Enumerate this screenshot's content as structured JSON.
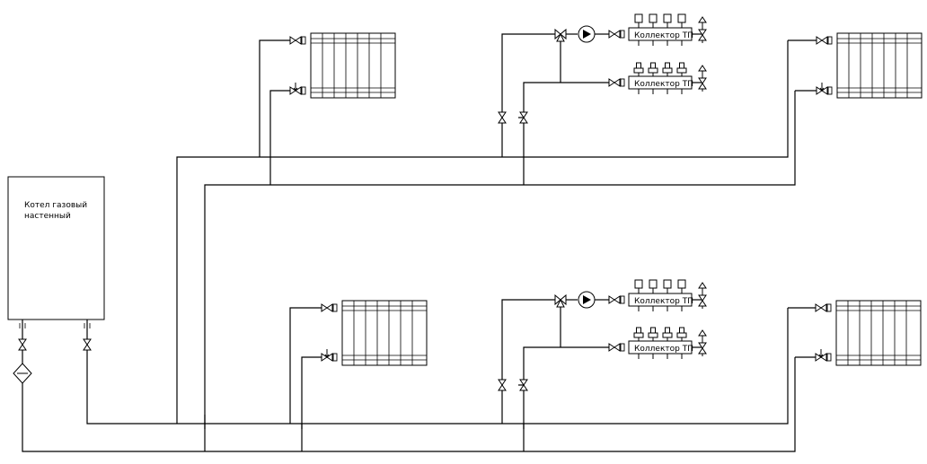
{
  "boiler": {
    "label_line1": "Котел газовый",
    "label_line2": "настенный"
  },
  "manifolds": {
    "upper_supply": "Коллектор ТП",
    "upper_return": "Коллектор ТП",
    "lower_supply": "Коллектор ТП",
    "lower_return": "Коллектор ТП"
  }
}
